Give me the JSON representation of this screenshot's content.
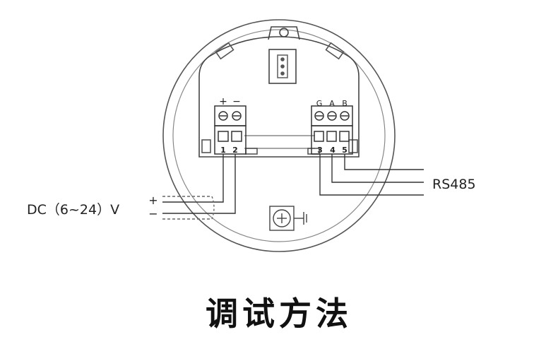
{
  "terminals": {
    "left_header": {
      "plus": "+",
      "minus": "−"
    },
    "right_header": {
      "g": "G",
      "a": "A",
      "b": "B"
    },
    "numbers": [
      "1",
      "2",
      "3",
      "4",
      "5"
    ]
  },
  "power": {
    "label": "DC（6~24）V",
    "plus": "+",
    "minus": "−"
  },
  "rs485": {
    "label": "RS485"
  },
  "caption": "调试方法"
}
